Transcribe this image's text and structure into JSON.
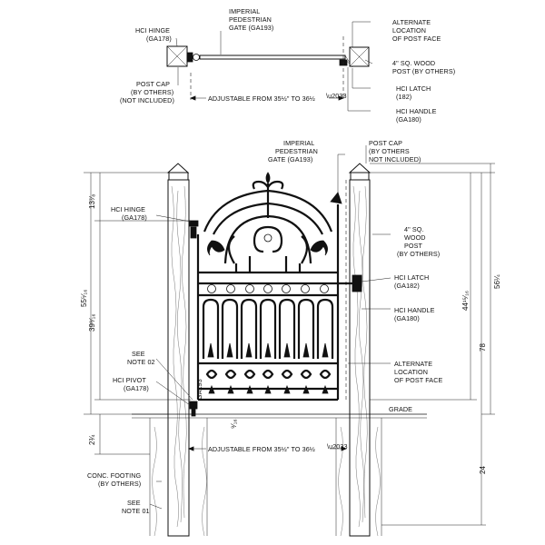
{
  "plan": {
    "labels": {
      "hci_hinge": [
        "HCI HINGE",
        "(GA178)"
      ],
      "imperial_gate": [
        "IMPERIAL",
        "PEDESTRIAN",
        "GATE (GA193)"
      ],
      "alternate_post": [
        "ALTERNATE",
        "LOCATION",
        "OF POST FACE"
      ],
      "wood_post": [
        "4\" SQ. WOOD",
        "POST (BY OTHERS)"
      ],
      "post_cap": [
        "POST CAP",
        "(BY OTHERS)",
        "(NOT INCLUDED)"
      ],
      "hci_latch": [
        "HCI LATCH",
        "(182)"
      ],
      "hci_handle": [
        "HCI HANDLE",
        "(GA180)"
      ]
    },
    "adjustable": "ADJUSTABLE FROM 35½\" TO 36½"
  },
  "elevation": {
    "labels": {
      "imperial_gate": [
        "IMPERIAL",
        "PEDESTRIAN",
        "GATE (GA193)"
      ],
      "post_cap": [
        "POST CAP",
        "(BY OTHERS",
        "NOT INCLUDED)"
      ],
      "hci_hinge": [
        "HCI HINGE",
        "(GA178)"
      ],
      "wood_post": [
        "4\" SQ.",
        "WOOD",
        "POST",
        "(BY OTHERS)"
      ],
      "hci_latch": [
        "HCI LATCH",
        "(GA182)"
      ],
      "hci_handle": [
        "HCI HANDLE",
        "(GA180)"
      ],
      "see_note_02": [
        "SEE",
        "NOTE 02"
      ],
      "hci_pivot": [
        "HCI PIVOT",
        "(GA178)"
      ],
      "alternate_post": [
        "ALTERNATE",
        "LOCATION",
        "OF POST FACE"
      ],
      "grade": "GRADE",
      "footing": [
        "CONC. FOOTING",
        "(BY OTHERS)"
      ],
      "see_note_01": [
        "SEE",
        "NOTE 01"
      ],
      "gate_tag": "GA193"
    },
    "dimensions": {
      "total_left": "55⁵⁄₁₆",
      "top_left": "13⁷⁄₈",
      "mid_left": "39⁹⁄₁₆",
      "below_grade_left": "2¾",
      "bottom_gap": "⁹⁄₁₆",
      "right_inner": "44¹⁵⁄₁₆",
      "right_outer": "56¼",
      "right_78": "78",
      "right_24": "24"
    },
    "adjustable": "ADJUSTABLE FROM 35½\" TO 36½"
  }
}
